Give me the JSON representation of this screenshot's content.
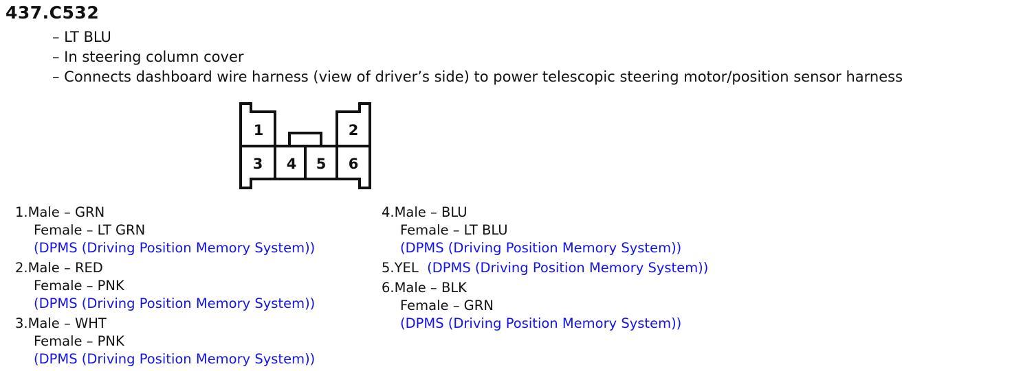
{
  "connector": {
    "title": "437.C532",
    "notes": [
      "– LT BLU",
      "– In steering column cover",
      "– Connects dashboard wire harness (view of driver’s side) to power telescopic steering motor/position sensor harness"
    ],
    "cavities": [
      "1",
      "2",
      "3",
      "4",
      "5",
      "6"
    ]
  },
  "pins_left": [
    {
      "head": "1.Male – GRN",
      "female": "Female – LT GRN",
      "link": "(DPMS (Driving Position Memory System))"
    },
    {
      "head": "2.Male – RED",
      "female": "Female – PNK",
      "link": "(DPMS (Driving Position Memory System))"
    },
    {
      "head": "3.Male – WHT",
      "female": "Female – PNK",
      "link": "(DPMS (Driving Position Memory System))"
    }
  ],
  "pins_right": [
    {
      "head": "4.Male – BLU",
      "female": "Female – LT BLU",
      "link": "(DPMS (Driving Position Memory System))"
    },
    {
      "head": "5.YEL",
      "link": "(DPMS (Driving Position Memory System))"
    },
    {
      "head": "6.Male – BLK",
      "female": "Female – GRN",
      "link": "(DPMS (Driving Position Memory System))"
    }
  ],
  "colors": {
    "link": "#1414e6",
    "text": "#111111"
  }
}
